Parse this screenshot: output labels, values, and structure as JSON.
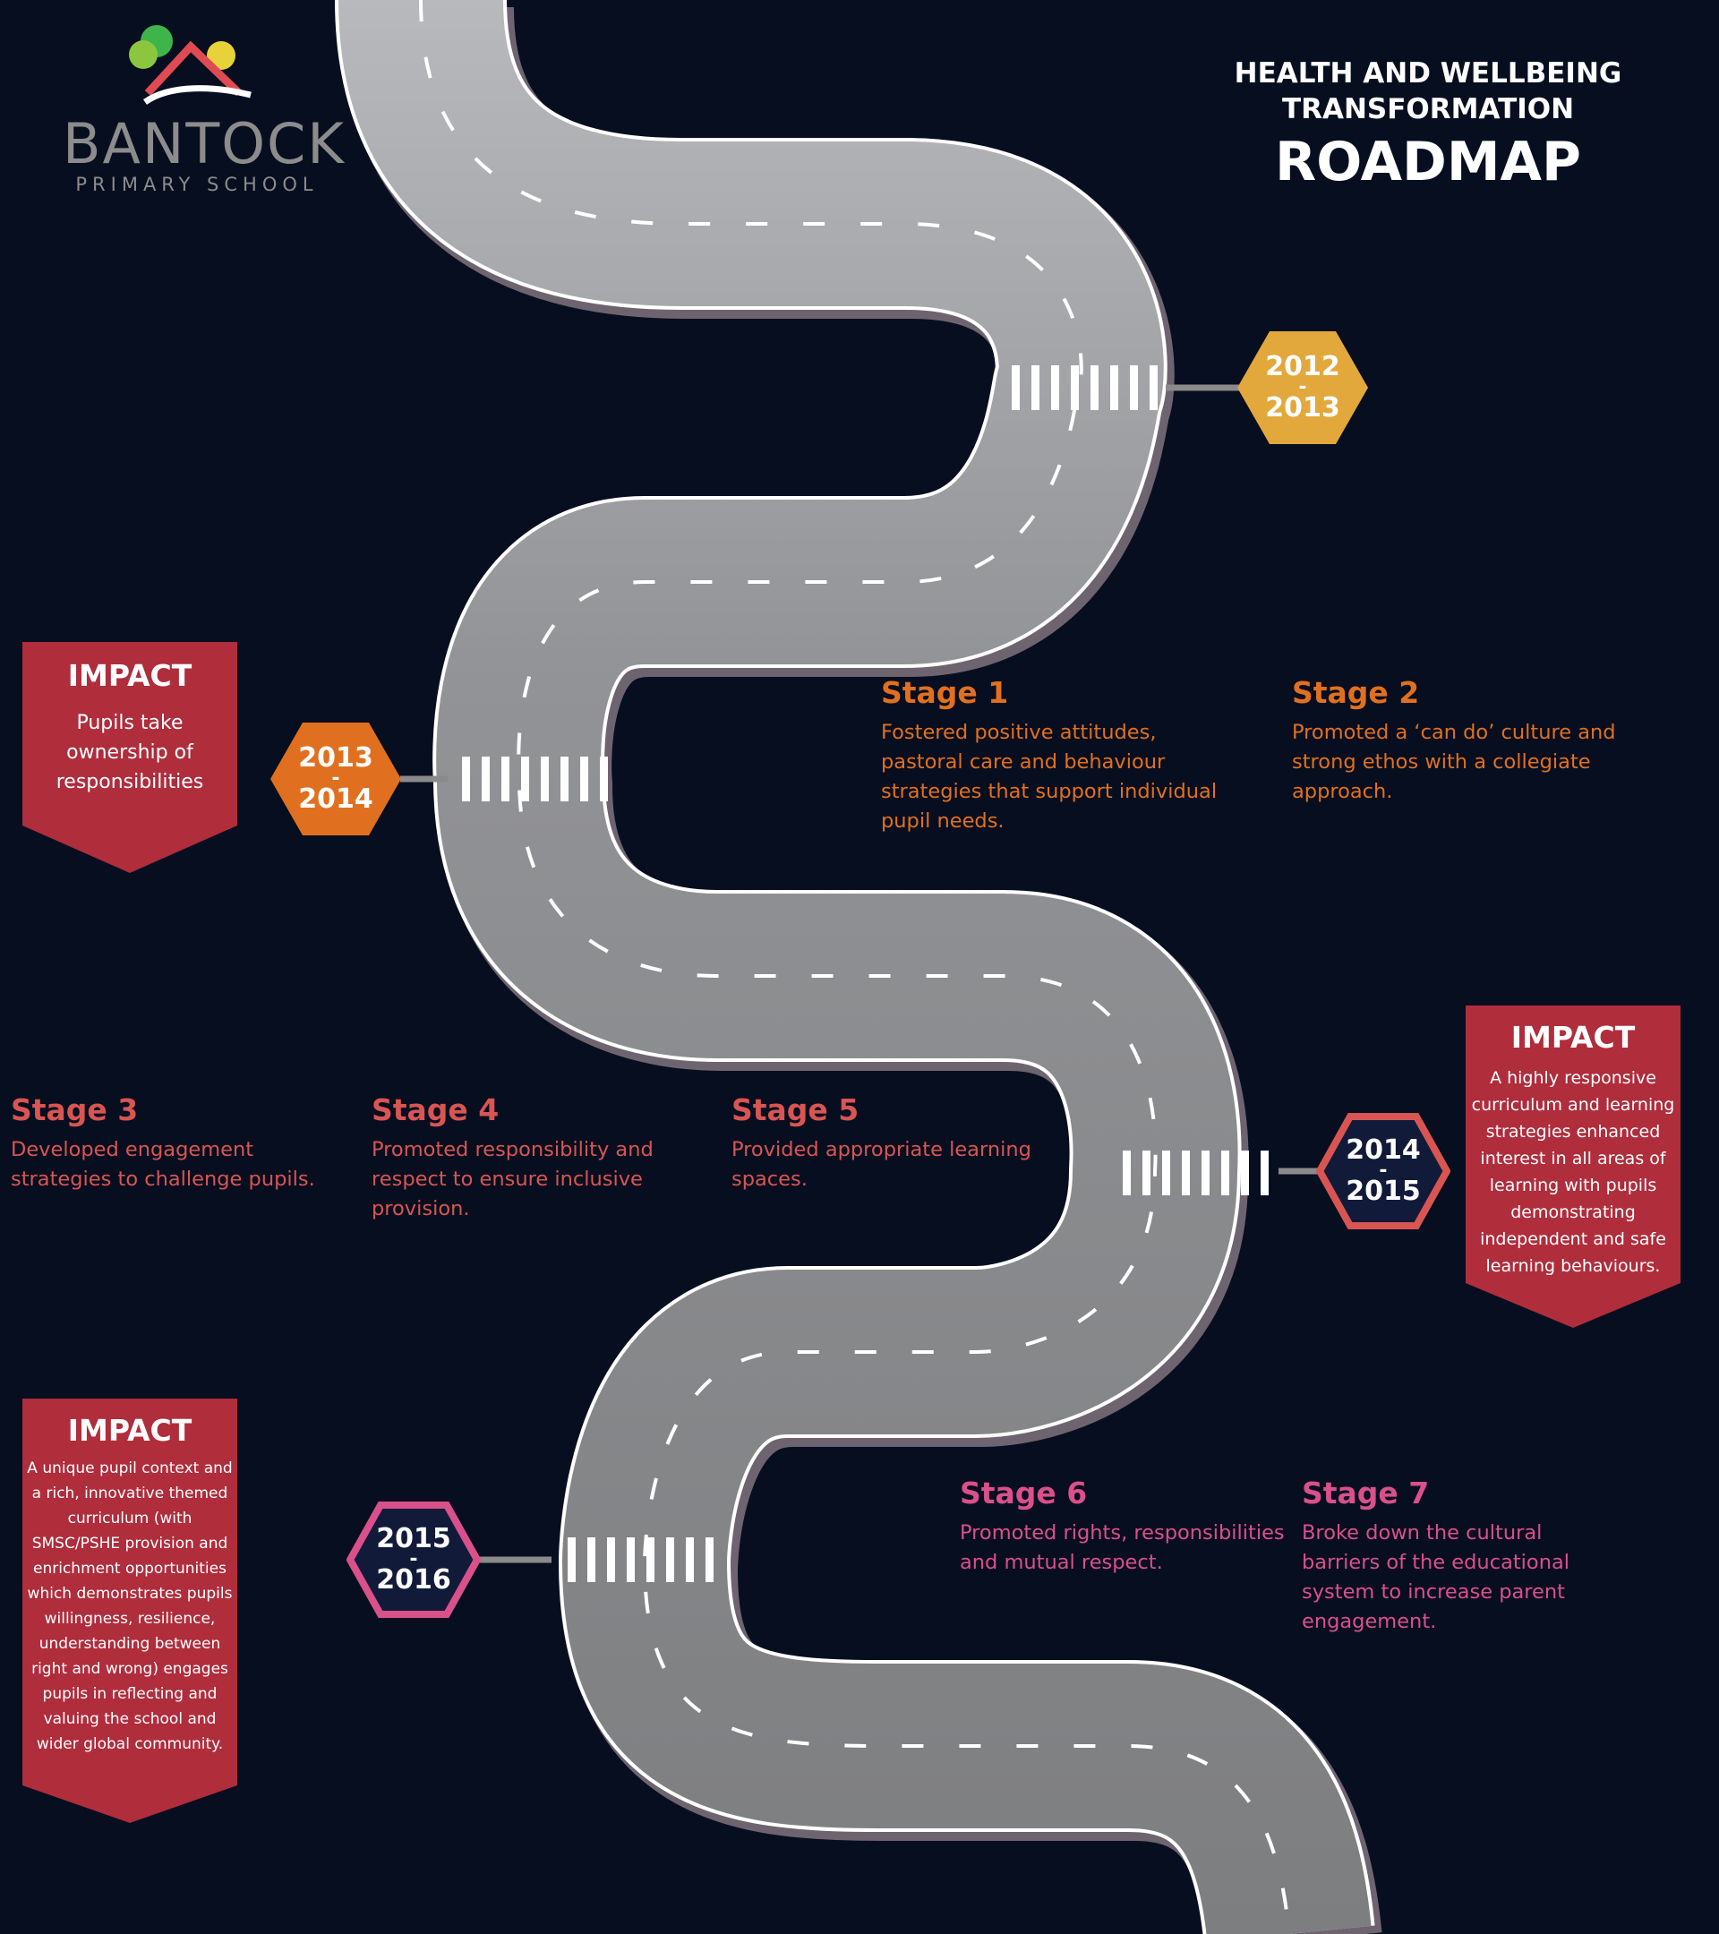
{
  "logo": {
    "name": "BANTOCK",
    "subtitle": "PRIMARY SCHOOL"
  },
  "title": {
    "line1": "HEALTH AND WELLBEING",
    "line2": "TRANSFORMATION",
    "main": "ROADMAP"
  },
  "years": [
    {
      "start": "2012",
      "sep": "-",
      "end": "2013",
      "color": "#e2a83c"
    },
    {
      "start": "2013",
      "sep": "-",
      "end": "2014",
      "color": "#e0701f"
    },
    {
      "start": "2014",
      "sep": "-",
      "end": "2015",
      "color": "#d85552"
    },
    {
      "start": "2015",
      "sep": "-",
      "end": "2016",
      "color": "#d9508a"
    }
  ],
  "stages": [
    {
      "title": "Stage 1",
      "desc": "Fostered positive attitudes, pastoral care and behaviour strategies that support individual pupil needs."
    },
    {
      "title": "Stage 2",
      "desc": "Promoted a ‘can do’ culture and strong ethos with a collegiate approach."
    },
    {
      "title": "Stage 3",
      "desc": "Developed engagement strategies to challenge pupils."
    },
    {
      "title": "Stage 4",
      "desc": "Promoted responsibility and respect to ensure inclusive provision."
    },
    {
      "title": "Stage 5",
      "desc": "Provided appropriate learning spaces."
    },
    {
      "title": "Stage 6",
      "desc": "Promoted rights, responsibilities and mutual respect."
    },
    {
      "title": "Stage 7",
      "desc": "Broke down the cultural barriers of the educational system to increase parent engagement."
    }
  ],
  "impacts": [
    {
      "title": "IMPACT",
      "text": "Pupils take ownership of responsibilities"
    },
    {
      "title": "IMPACT",
      "text": "A highly responsive curriculum and learning strategies enhanced interest in all areas of learning with pupils demonstrating independent and safe learning behaviours."
    },
    {
      "title": "IMPACT",
      "text": "A unique pupil context and a rich, innovative themed curriculum (with SMSC/PSHE provision and enrichment opportunities which demonstrates pupils willingness, resilience, understanding between right and wrong) engages pupils in reflecting and valuing the school and wider global community."
    }
  ],
  "colors": {
    "background": "#070e20",
    "road": "#8e8f92",
    "road_edge": "#6e6470",
    "impact_box": "#b02d3c"
  }
}
